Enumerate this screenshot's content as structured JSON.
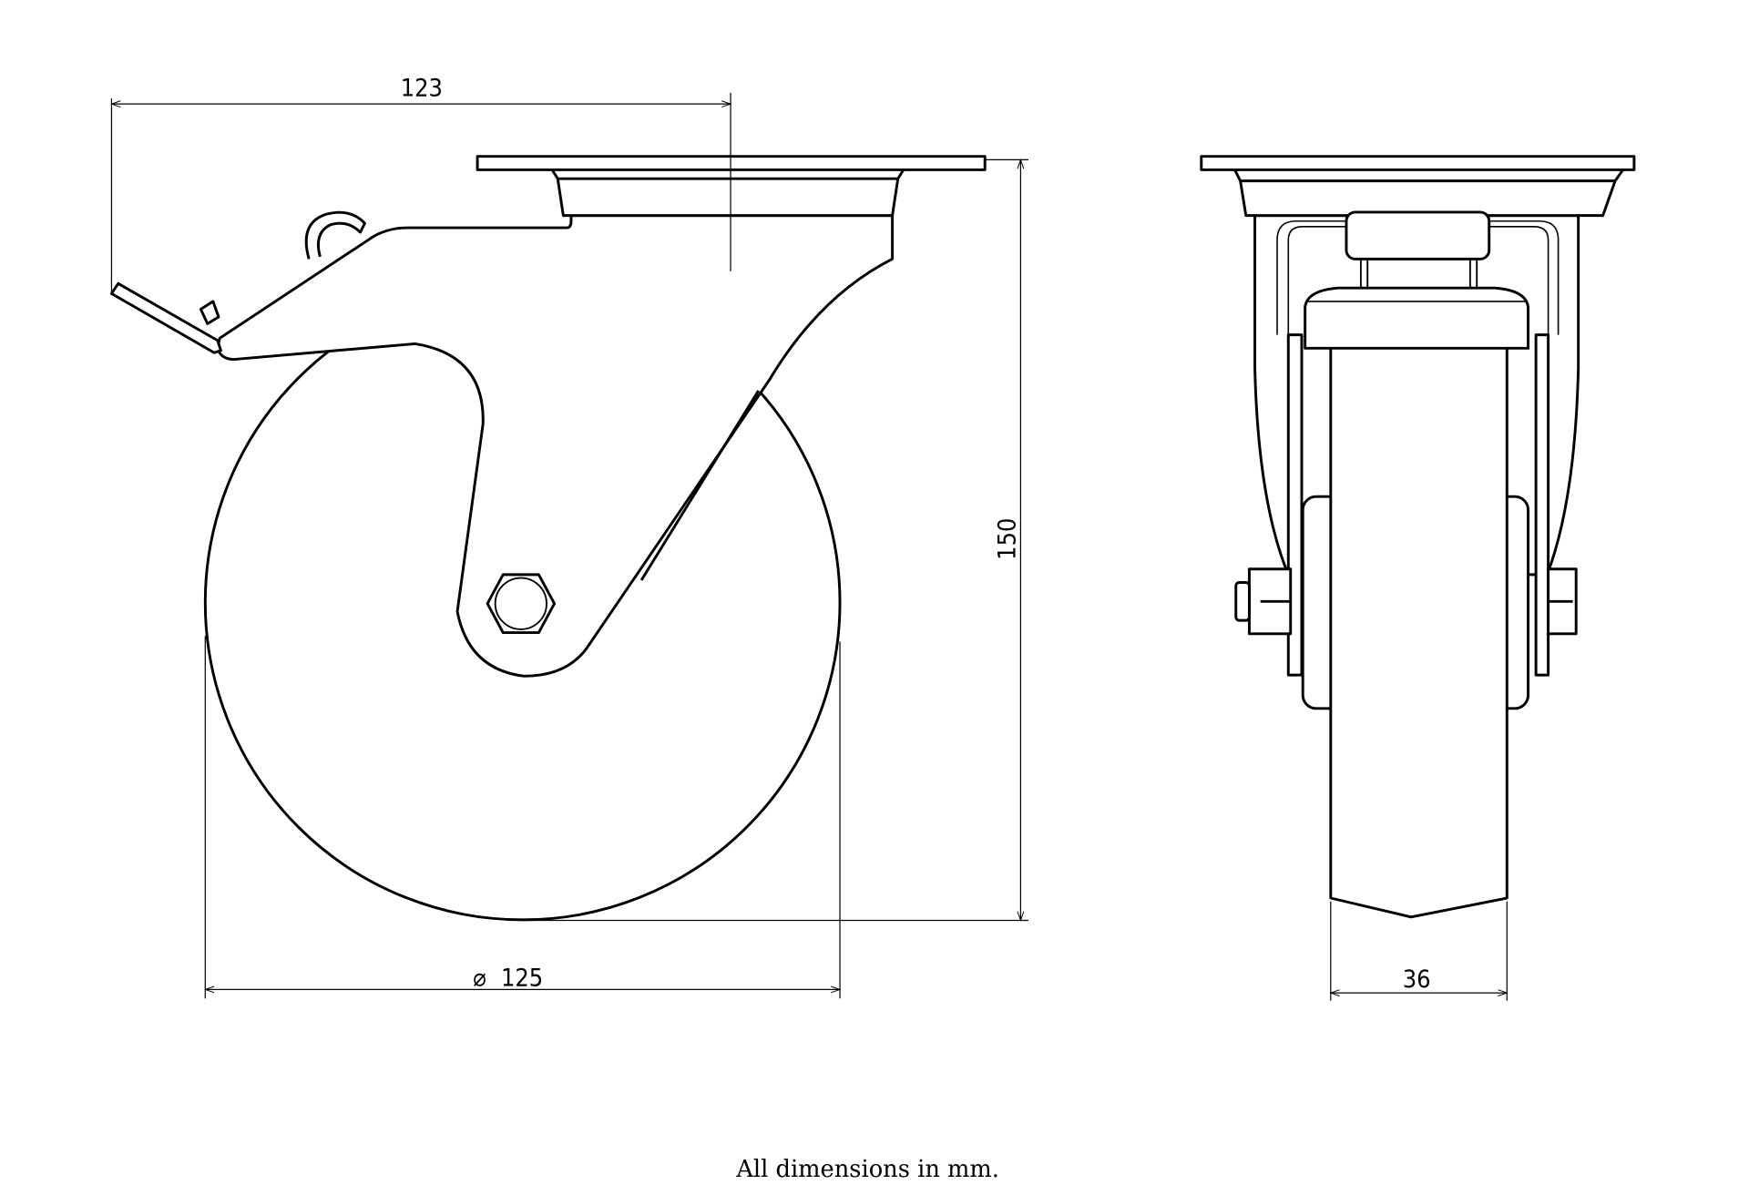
{
  "drawing": {
    "title": "Swivel castor with brake - dimension drawing",
    "dimensions": {
      "offset_width": "123",
      "overall_height": "150",
      "wheel_diameter": "125",
      "diameter_symbol": "⌀",
      "wheel_width": "36"
    },
    "footer_note": "All dimensions in mm."
  }
}
